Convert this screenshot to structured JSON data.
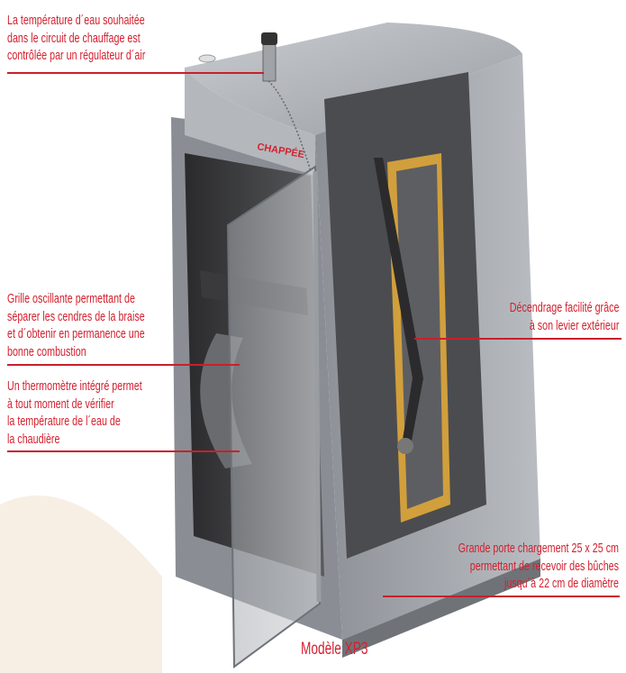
{
  "callouts": {
    "regulator": [
      "La température d´eau souhaitée",
      "dans le circuit de chauffage est",
      "contrôlée par un régulateur d´air"
    ],
    "grate": [
      "Grille oscillante permettant de",
      "séparer les cendres de la braise",
      "et d´obtenir en permanence une",
      "bonne combustion"
    ],
    "thermometer": [
      "Un thermomètre intégré permet",
      "à tout moment de vérifier",
      "la température de l´eau de",
      "la chaudière"
    ],
    "ash_lever": [
      "Décendrage facilité grâce",
      "à son levier extérieur"
    ],
    "loading_door": [
      "Grande porte chargement 25 x 25  cm",
      "permettant de recevoir des bûches",
      "jusqu´à 22 cm de diamètre"
    ]
  },
  "brand_logo": "CHAPPÉE",
  "model_label": "Modèle XP3",
  "colors": {
    "accent": "#d4202e",
    "body": "#a9adb2",
    "insulation": "#e0a83a"
  }
}
